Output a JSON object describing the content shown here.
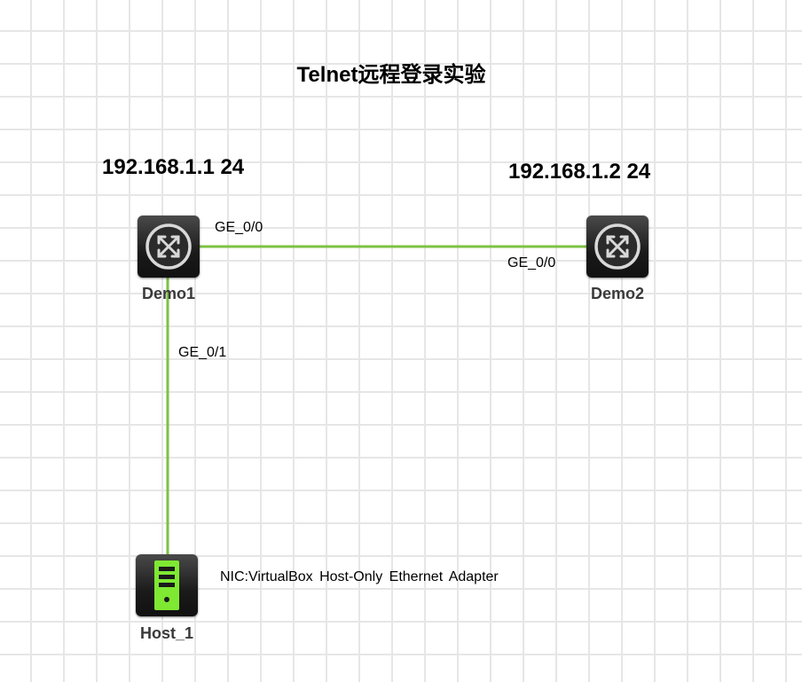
{
  "diagram": {
    "title": "Telnet远程登录实验",
    "nodes": [
      {
        "id": "demo1",
        "name": "Demo1",
        "type": "router",
        "ip": "192.168.1.1 24"
      },
      {
        "id": "demo2",
        "name": "Demo2",
        "type": "router",
        "ip": "192.168.1.2 24"
      },
      {
        "id": "host1",
        "name": "Host_1",
        "type": "host",
        "nic": "NIC:VirtualBox Host-Only Ethernet Adapter"
      }
    ],
    "links": [
      {
        "from": "demo1",
        "to": "demo2",
        "from_port": "GE_0/0",
        "to_port": "GE_0/0"
      },
      {
        "from": "demo1",
        "to": "host1",
        "from_port": "GE_0/1",
        "to_port": ""
      }
    ]
  },
  "colors": {
    "link": "#7cc242",
    "grid": "#e6e6e6",
    "device_body": "#1a1a1a",
    "host_accent": "#7fe832",
    "router_icon": "#d8d8d8"
  }
}
